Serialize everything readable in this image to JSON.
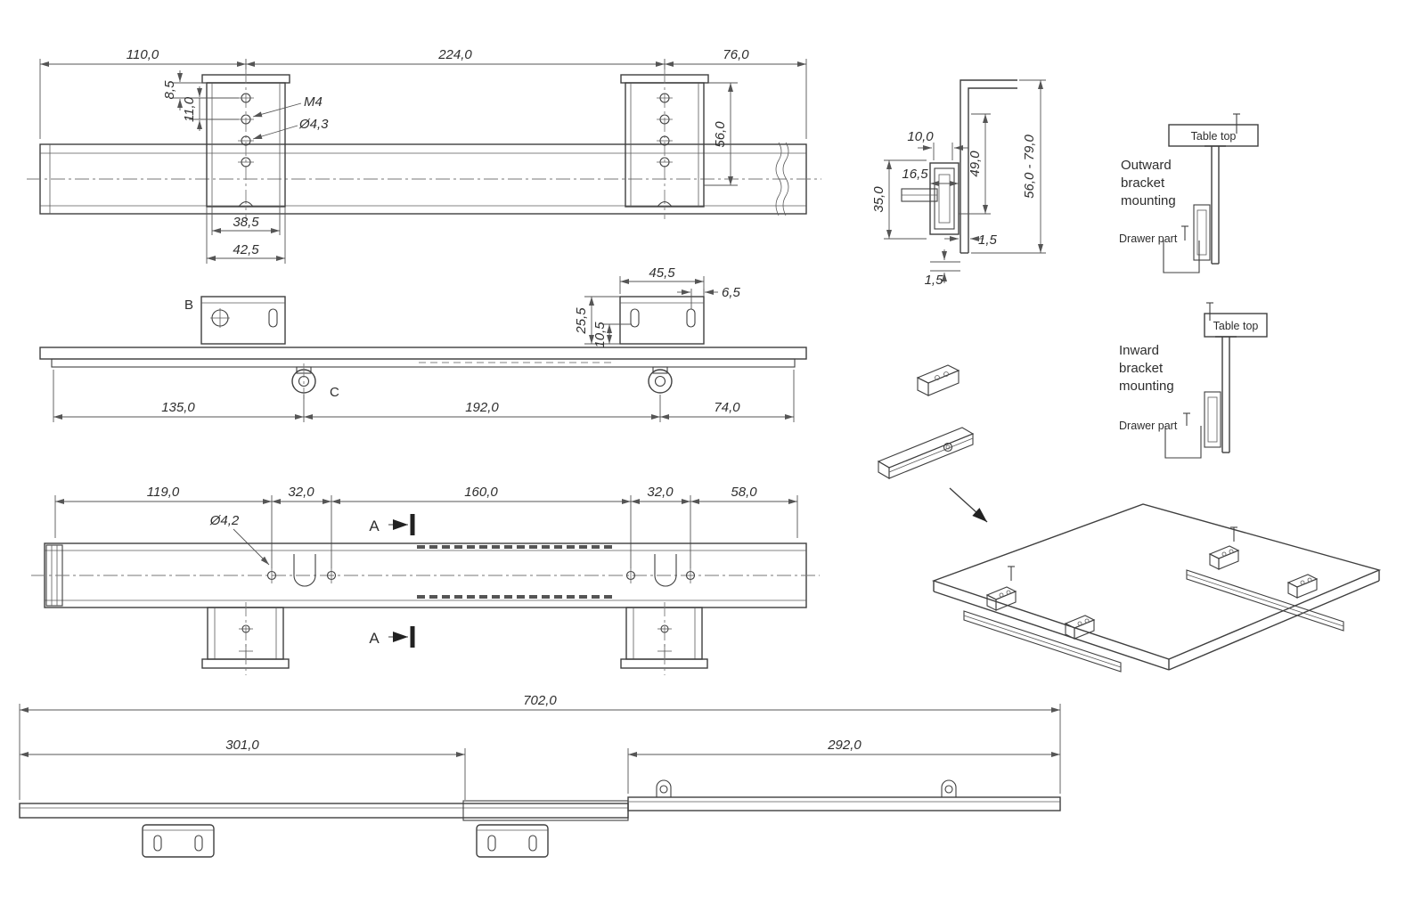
{
  "colors": {
    "line": "#3f3f3f",
    "dim": "#555555",
    "text": "#2e2e2e",
    "bg": "#ffffff"
  },
  "view_top": {
    "d110": "110,0",
    "d224": "224,0",
    "d76": "76,0",
    "d8_5": "8,5",
    "d11": "11,0",
    "m4": "M4",
    "dia4_3": "Ø4,3",
    "d56": "56,0",
    "d38_5": "38,5",
    "d42_5": "42,5"
  },
  "view_side": {
    "b": "B",
    "c": "C",
    "d45_5": "45,5",
    "d6_5": "6,5",
    "d25_5": "25,5",
    "d10_5": "10,5",
    "d135": "135,0",
    "d192": "192,0",
    "d74": "74,0"
  },
  "view_plan": {
    "d119": "119,0",
    "d32a": "32,0",
    "d160": "160,0",
    "d32b": "32,0",
    "d58": "58,0",
    "dia4_2": "Ø4,2",
    "a_top": "A",
    "a_bottom": "A"
  },
  "view_extended": {
    "d702": "702,0",
    "d301": "301,0",
    "d292": "292,0"
  },
  "detail_section": {
    "d10": "10,0",
    "d16_5": "16,5",
    "d35": "35,0",
    "d49": "49,0",
    "d56_79": "56,0 - 79,0",
    "d1_5a": "1,5",
    "d1_5b": "1,5"
  },
  "mounting_outward": {
    "table_top": "Table top",
    "line1": "Outward",
    "line2": "bracket",
    "line3": "mounting",
    "drawer_part": "Drawer part"
  },
  "mounting_inward": {
    "table_top": "Table top",
    "line1": "Inward",
    "line2": "bracket",
    "line3": "mounting",
    "drawer_part": "Drawer part"
  }
}
